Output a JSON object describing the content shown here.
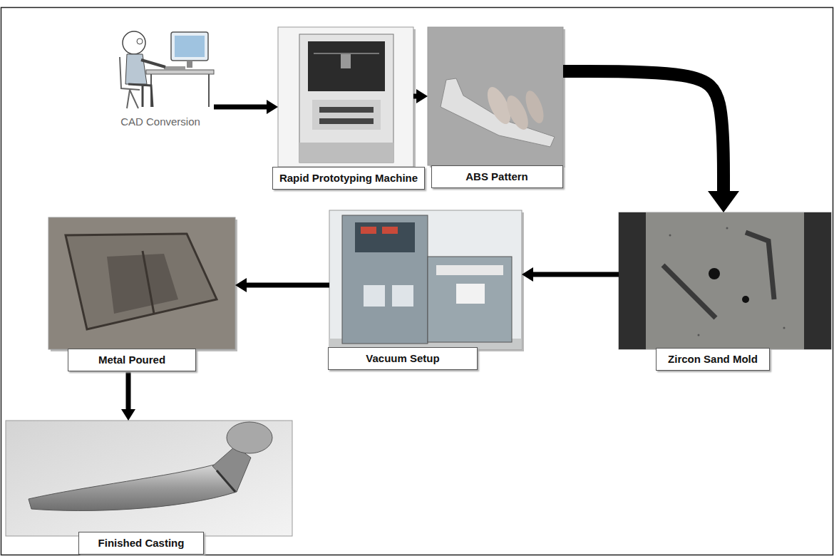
{
  "diagram": {
    "nodes": [
      {
        "text": [
          "CAD Conversion"
        ]
      },
      {
        "text": [
          "Rapid Prototyping Machine"
        ]
      },
      {
        "text": [
          "ABS Pattern"
        ]
      },
      {
        "text": [
          "Zircon Sand Mold"
        ]
      },
      {
        "text": [
          "Vacuum Setup"
        ]
      },
      {
        "text": [
          "Metal Poured"
        ]
      },
      {
        "text": [
          "Finished Casting"
        ]
      }
    ],
    "edges": [
      {
        "from": 0,
        "to": 1,
        "arrow": "to"
      },
      {
        "from": 1,
        "to": 2,
        "arrow": "to"
      },
      {
        "from": 2,
        "to": 3,
        "arrow": "to"
      },
      {
        "from": 3,
        "to": 4,
        "arrow": "to"
      },
      {
        "from": 4,
        "to": 5,
        "arrow": "to"
      },
      {
        "from": 5,
        "to": 6,
        "arrow": "to"
      }
    ]
  }
}
